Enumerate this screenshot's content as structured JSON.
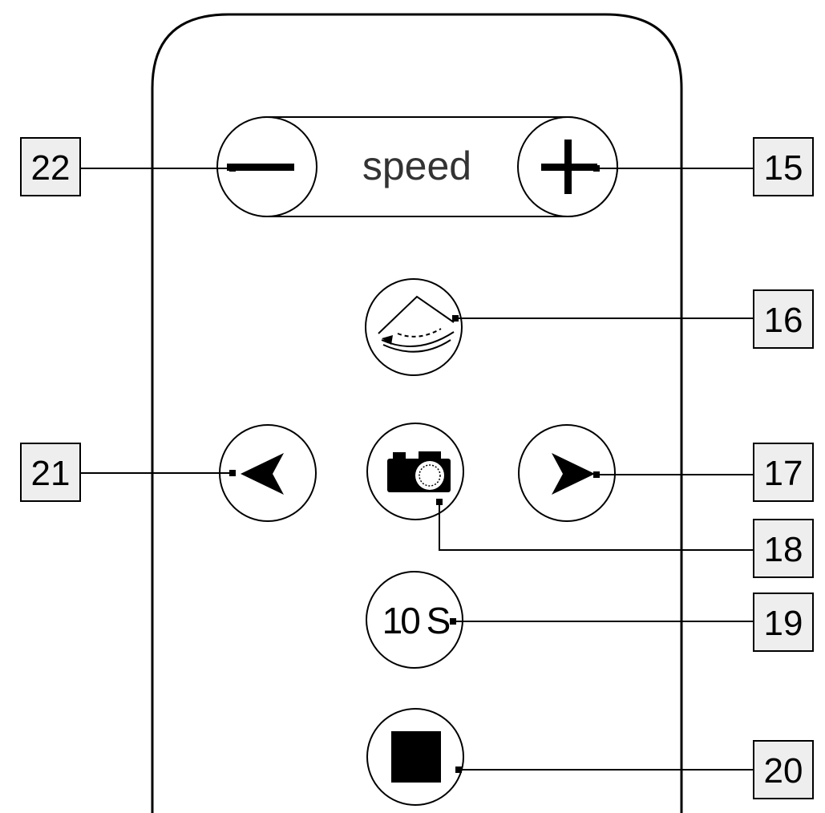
{
  "speed_bar": {
    "label": "speed"
  },
  "timer_button": {
    "label": "10 S"
  },
  "callouts": [
    {
      "number": "22",
      "target": "speed-minus-button"
    },
    {
      "number": "15",
      "target": "speed-plus-button"
    },
    {
      "number": "16",
      "target": "sweep-button"
    },
    {
      "number": "21",
      "target": "left-button"
    },
    {
      "number": "17",
      "target": "right-button"
    },
    {
      "number": "18",
      "target": "camera-button"
    },
    {
      "number": "19",
      "target": "timer-button"
    },
    {
      "number": "20",
      "target": "stop-button"
    }
  ],
  "colors": {
    "line": "#000000",
    "callout_fill": "#eeeeee",
    "speed_text": "#333333"
  },
  "icons": [
    "minus-icon",
    "plus-icon",
    "sweep-arc-icon",
    "arrow-left-icon",
    "camera-icon",
    "arrow-right-icon",
    "stop-square-icon"
  ]
}
